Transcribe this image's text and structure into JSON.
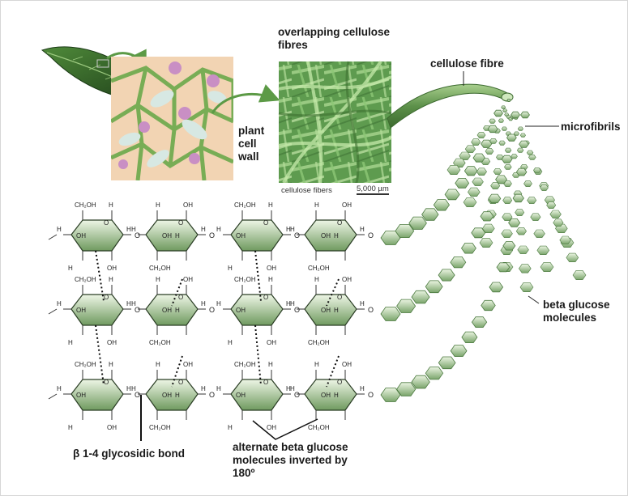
{
  "labels": {
    "overlapping": "overlapping cellulose\nfibres",
    "cellulose_fibre": "cellulose fibre",
    "plant_cell_wall": "plant\ncell\nwall",
    "microfibrils": "microfibrils",
    "beta_glucose": "beta glucose\nmolecules",
    "glycosidic_bond": "β 1-4 glycosidic bond",
    "alternate": "alternate beta glucose\nmolecules inverted by\n180º",
    "micrograph_caption": "cellulose fibers",
    "scale_bar": "5,000 µm"
  },
  "chem": {
    "ch2oh": "CH₂OH",
    "h": "H",
    "oh": "OH",
    "o": "O"
  },
  "colors": {
    "ring_fill_light": "#e8f3de",
    "ring_fill_dark": "#6f9a5f",
    "fibre_green": "#5c8e46",
    "cell_bg": "#f4d6b8",
    "cell_wall": "#7fb35a",
    "vacuole": "#d7e9e4",
    "nucleus": "#c98fc4",
    "micro_bg": "#6aa55a",
    "leaf": "#2e5b26"
  }
}
